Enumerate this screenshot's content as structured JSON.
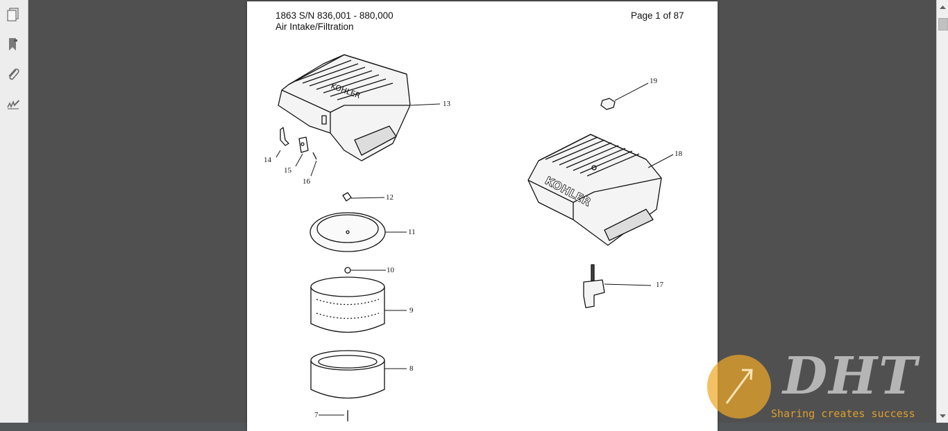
{
  "document": {
    "title": "1863 S/N 836,001 - 880,000",
    "subtitle": "Air Intake/Filtration",
    "page_indicator": "Page 1 of 87"
  },
  "sidebar": {
    "items": [
      {
        "name": "pages-panel",
        "icon": "pages-icon"
      },
      {
        "name": "bookmarks-panel",
        "icon": "bookmark-icon"
      },
      {
        "name": "attachments-panel",
        "icon": "paperclip-icon"
      },
      {
        "name": "signatures-panel",
        "icon": "signature-icon"
      }
    ]
  },
  "diagram": {
    "callouts": [
      "13",
      "14",
      "15",
      "16",
      "12",
      "11",
      "10",
      "9",
      "8",
      "7",
      "19",
      "18",
      "17"
    ],
    "brand_text": "KOHLER"
  },
  "watermark": {
    "logo": "DHT",
    "tagline": "Sharing creates success",
    "accent": "#eea828"
  },
  "colors": {
    "viewer_bg": "#525659",
    "sidebar_bg": "#ededed",
    "page_bg": "#ffffff"
  }
}
